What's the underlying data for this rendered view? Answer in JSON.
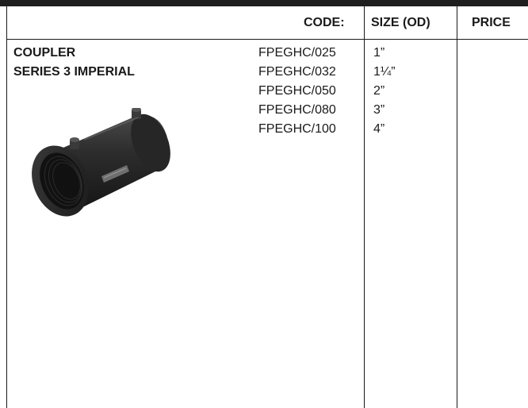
{
  "header": {
    "code_label": "CODE:",
    "size_label": "SIZE (OD)",
    "price_label": "PRICE"
  },
  "product": {
    "name_line1": "COUPLER",
    "name_line2": "SERIES 3 IMPERIAL",
    "image_icon": "electrofusion-coupler-image"
  },
  "rows": [
    {
      "code": "FPEGHC/025",
      "size": "1”",
      "price": ""
    },
    {
      "code": "FPEGHC/032",
      "size": "1¼”",
      "price": ""
    },
    {
      "code": "FPEGHC/050",
      "size": "2”",
      "price": ""
    },
    {
      "code": "FPEGHC/080",
      "size": "3”",
      "price": ""
    },
    {
      "code": "FPEGHC/100",
      "size": "4”",
      "price": ""
    }
  ],
  "colors": {
    "bar": "#1f1f1f",
    "rule": "#1a1a1a",
    "product_body": "#2b2b2b"
  }
}
